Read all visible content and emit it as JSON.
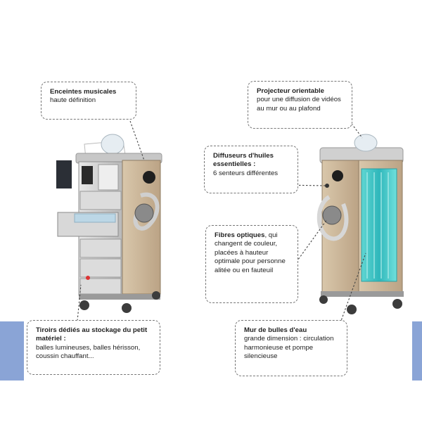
{
  "colors": {
    "accent_bar": "#8aa4d6",
    "wood": "#cbb79a",
    "water": "#3fc6c4"
  },
  "callouts": {
    "speakers": {
      "title": "Enceintes musicales",
      "body": "haute définition"
    },
    "projector": {
      "title": "Projecteur orientable",
      "body": "pour une diffusion de vidéos au mur ou au plafond"
    },
    "diffusers": {
      "title": "Diffuseurs d'huiles essentielles :",
      "body": "6 senteurs différentes"
    },
    "fibers": {
      "title": "Fibres optiques",
      "title_suffix": ",",
      "body": "qui changent de couleur, placées à hauteur optimale pour personne alitée ou en fauteuil"
    },
    "drawers": {
      "title": "Tiroirs dédiés au stockage du petit matériel :",
      "body": "balles lumineuses, balles hérisson, coussin chauffant..."
    },
    "bubbles": {
      "title": "Mur de bulles d'eau",
      "body": "grande dimension : circulation harmonieuse et pompe silencieuse"
    }
  }
}
